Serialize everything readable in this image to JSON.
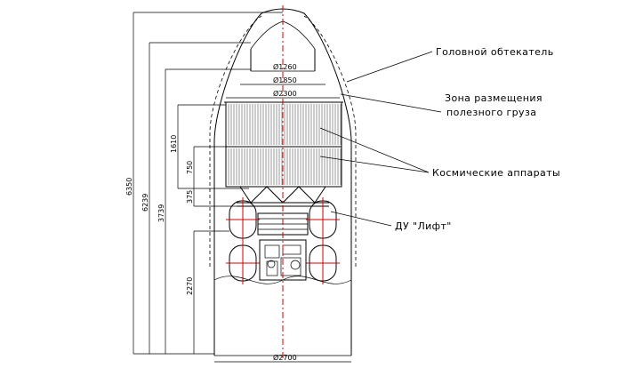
{
  "labels": {
    "fairing": "Головной обтекатель",
    "payload_zone_line1": "Зона размещения",
    "payload_zone_line2": "полезного груза",
    "spacecraft": "Космические аппараты",
    "engine": "ДУ \"Лифт\""
  },
  "dimensions": {
    "top_diameter": "Ø1260",
    "upper_diameter": "Ø1850",
    "payload_diameter": "Ø2300",
    "base_diameter": "Ø2700",
    "total_height": "6350",
    "height_2": "6239",
    "height_3": "3739",
    "payload_height": "1610",
    "sc_height": "750",
    "adapter_height": "375",
    "bottom_height": "2270"
  },
  "colors": {
    "outline": "#000000",
    "axis": "#d40000"
  }
}
